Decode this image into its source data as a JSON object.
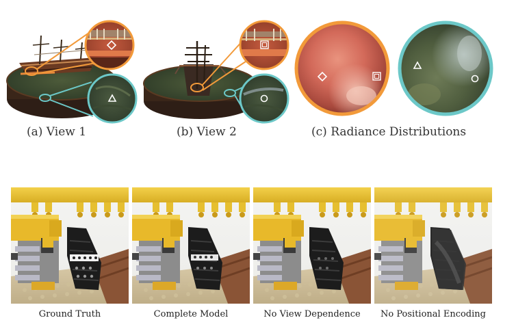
{
  "top_figure": {
    "captions": {
      "view1": "(a) View 1",
      "view2": "(b) View 2",
      "radiance": "(c) Radiance Distributions"
    },
    "colors": {
      "orange_ring": "#F29A3A",
      "teal_ring": "#6CC8C8",
      "base_dark": "#2E1E16",
      "grass": "#3A4A2E"
    },
    "marker_icons": [
      "diamond-marker-icon",
      "square-marker-icon",
      "triangle-marker-icon",
      "circle-marker-icon"
    ]
  },
  "bottom_figure": {
    "captions": [
      "Ground Truth",
      "Complete Model",
      "No View Dependence",
      "No Positional Encoding"
    ]
  }
}
